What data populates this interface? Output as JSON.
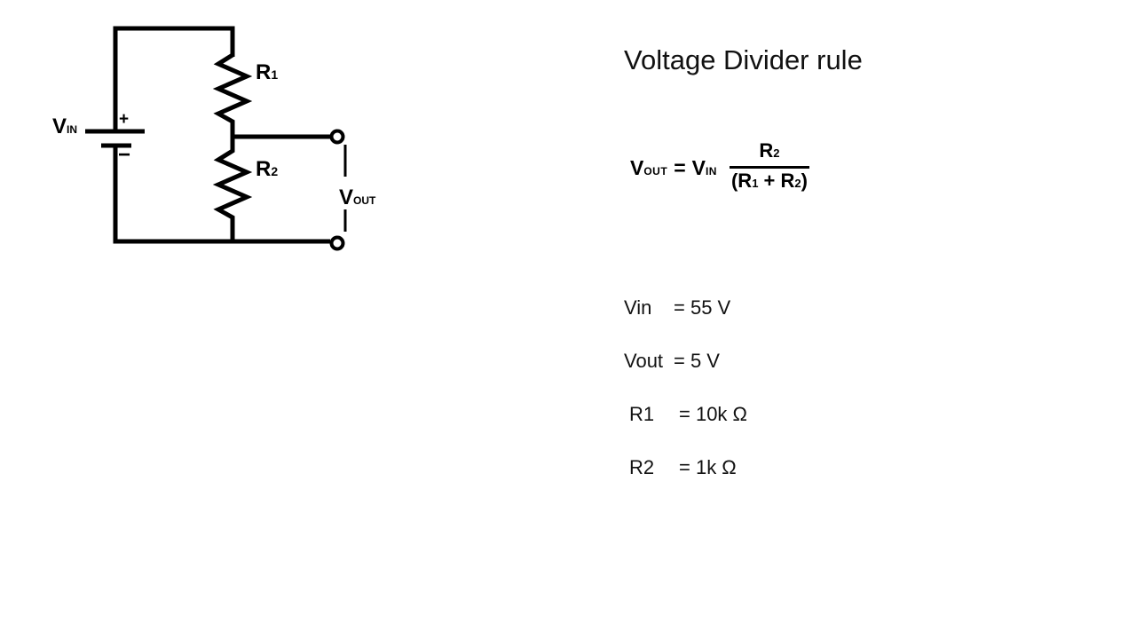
{
  "title": "Voltage Divider rule",
  "circuit": {
    "vin_main": "V",
    "vin_sub": "IN",
    "r1_main": "R",
    "r1_sub": "1",
    "r2_main": "R",
    "r2_sub": "2",
    "vout_main": "V",
    "vout_sub": "OUT",
    "battery_plus": "+",
    "battery_minus": "−"
  },
  "formula": {
    "lhs_v": "V",
    "lhs_sub": "OUT",
    "equals": "=",
    "rhs_v": "V",
    "rhs_sub": "IN",
    "num_base": "R",
    "num_sub": "2",
    "den_open": "(R",
    "den_sub1": "1",
    "den_mid": " + R",
    "den_sub2": "2",
    "den_close": ")"
  },
  "values": [
    {
      "name": "Vin",
      "value": "= 55 V"
    },
    {
      "name": "Vout",
      "value": "= 5 V"
    },
    {
      "name": "R1",
      "value": "= 10k Ω"
    },
    {
      "name": "R2",
      "value": "= 1k Ω"
    }
  ],
  "colors": {
    "ink": "#000000",
    "background": "#ffffff"
  }
}
